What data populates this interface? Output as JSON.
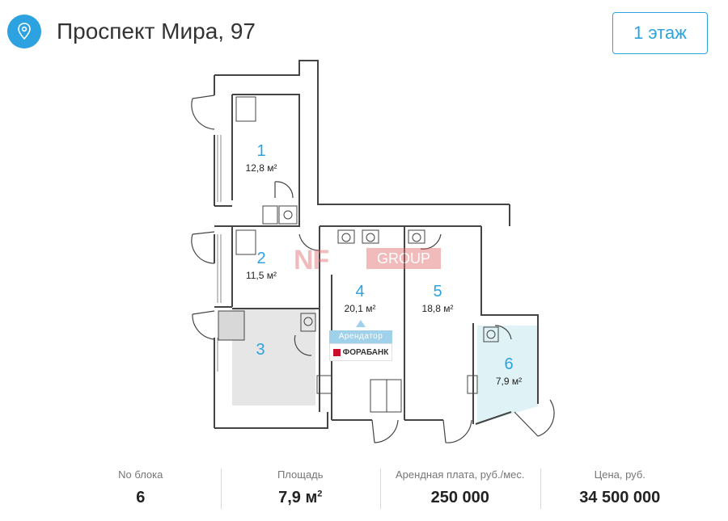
{
  "header": {
    "address": "Проспект Мира, 97",
    "floor_button": "1 этаж"
  },
  "plan": {
    "blocks": [
      {
        "number": "1",
        "area": "12,8 м²"
      },
      {
        "number": "2",
        "area": "11,5 м²"
      },
      {
        "number": "3",
        "area": ""
      },
      {
        "number": "4",
        "area": "20,1 м²"
      },
      {
        "number": "5",
        "area": "18,8 м²"
      },
      {
        "number": "6",
        "area": "7,9 м²"
      }
    ],
    "tenant_label": "Арендатор",
    "tenant_name": "ФОРАБАНК",
    "watermark_left": "NF",
    "watermark_right": "GROUP"
  },
  "stats": [
    {
      "label": "No блока",
      "value": "6"
    },
    {
      "label": "Площадь",
      "value": "7,9 м",
      "sup": "2"
    },
    {
      "label": "Арендная плата, руб./мес.",
      "value": "250 000"
    },
    {
      "label": "Цена, руб.",
      "value": "34 500 000"
    }
  ],
  "colors": {
    "accent": "#2ca3e0",
    "selected_fill": "#dff2f5",
    "occupied_fill": "#e6e6e6",
    "wall": "#444444"
  }
}
